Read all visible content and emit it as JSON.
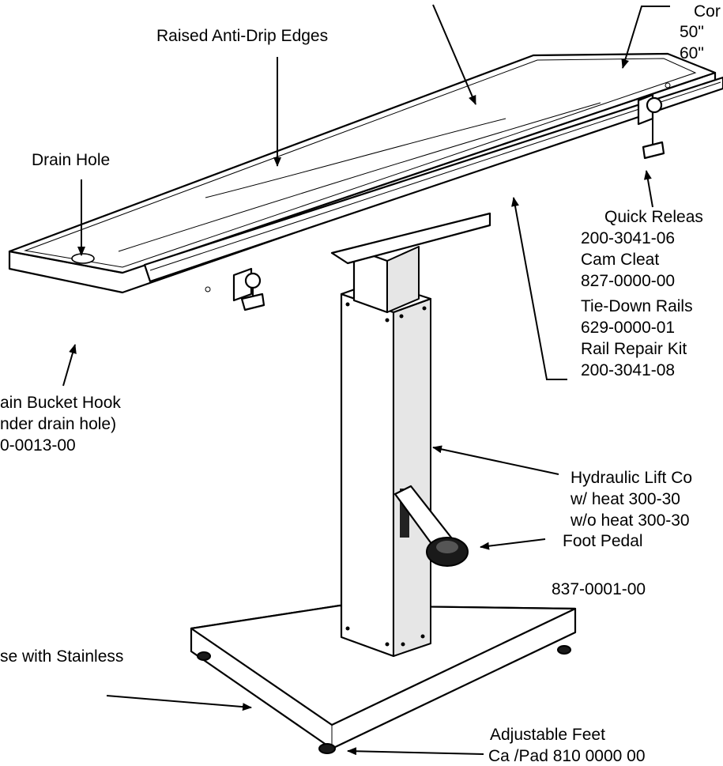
{
  "labels": {
    "raised_edges": "Raised Anti-Drip Edges",
    "drain_hole": "Drain Hole",
    "corner_1": "Cor",
    "corner_2": "50\"",
    "corner_3": "60\"",
    "quick_release_1": "Quick Releas",
    "quick_release_2": "200-3041-06",
    "cam_cleat_1": "Cam Cleat",
    "cam_cleat_2": "827-0000-00",
    "tie_down_1": "Tie-Down Rails",
    "tie_down_2": "629-0000-01",
    "rail_repair_1": "Rail Repair Kit",
    "rail_repair_2": "200-3041-08",
    "bucket_1": "ain Bucket Hook",
    "bucket_2": "nder drain hole)",
    "bucket_3": "0-0013-00",
    "hydraulic_1": "Hydraulic Lift Co",
    "hydraulic_2": "w/ heat   300-30",
    "hydraulic_3": "w/o heat 300-30",
    "foot_pedal_1": "Foot Pedal",
    "foot_pedal_2": "837-0001-00",
    "base": "se with Stainless",
    "feet_1": "Adjustable Feet",
    "feet_2": "Ca /Pad 810 0000 00"
  }
}
